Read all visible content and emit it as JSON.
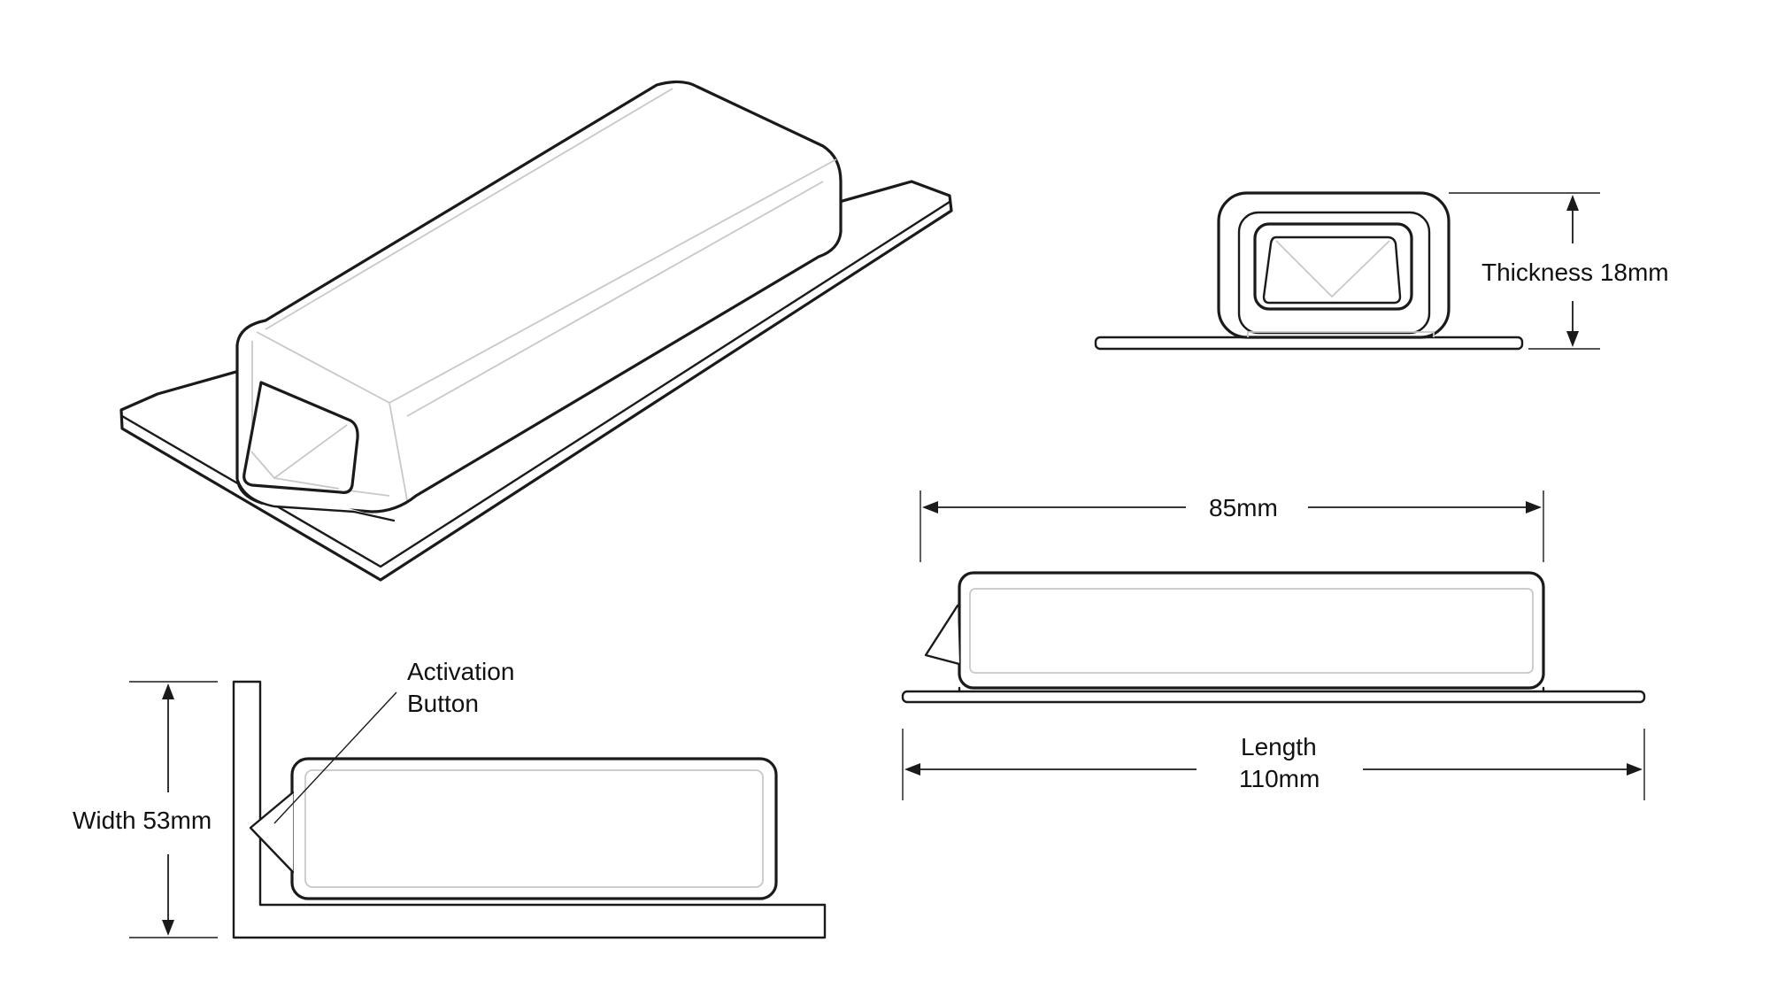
{
  "labels": {
    "thickness": "Thickness 18mm",
    "body_length": "85mm",
    "length_line1": "Length",
    "length_line2": "110mm",
    "width": "Width 53mm",
    "activation_line1": "Activation",
    "activation_line2": "Button"
  },
  "colors": {
    "line": "#1a1a1a",
    "inner_line": "#c8c8c8",
    "background": "#ffffff"
  }
}
